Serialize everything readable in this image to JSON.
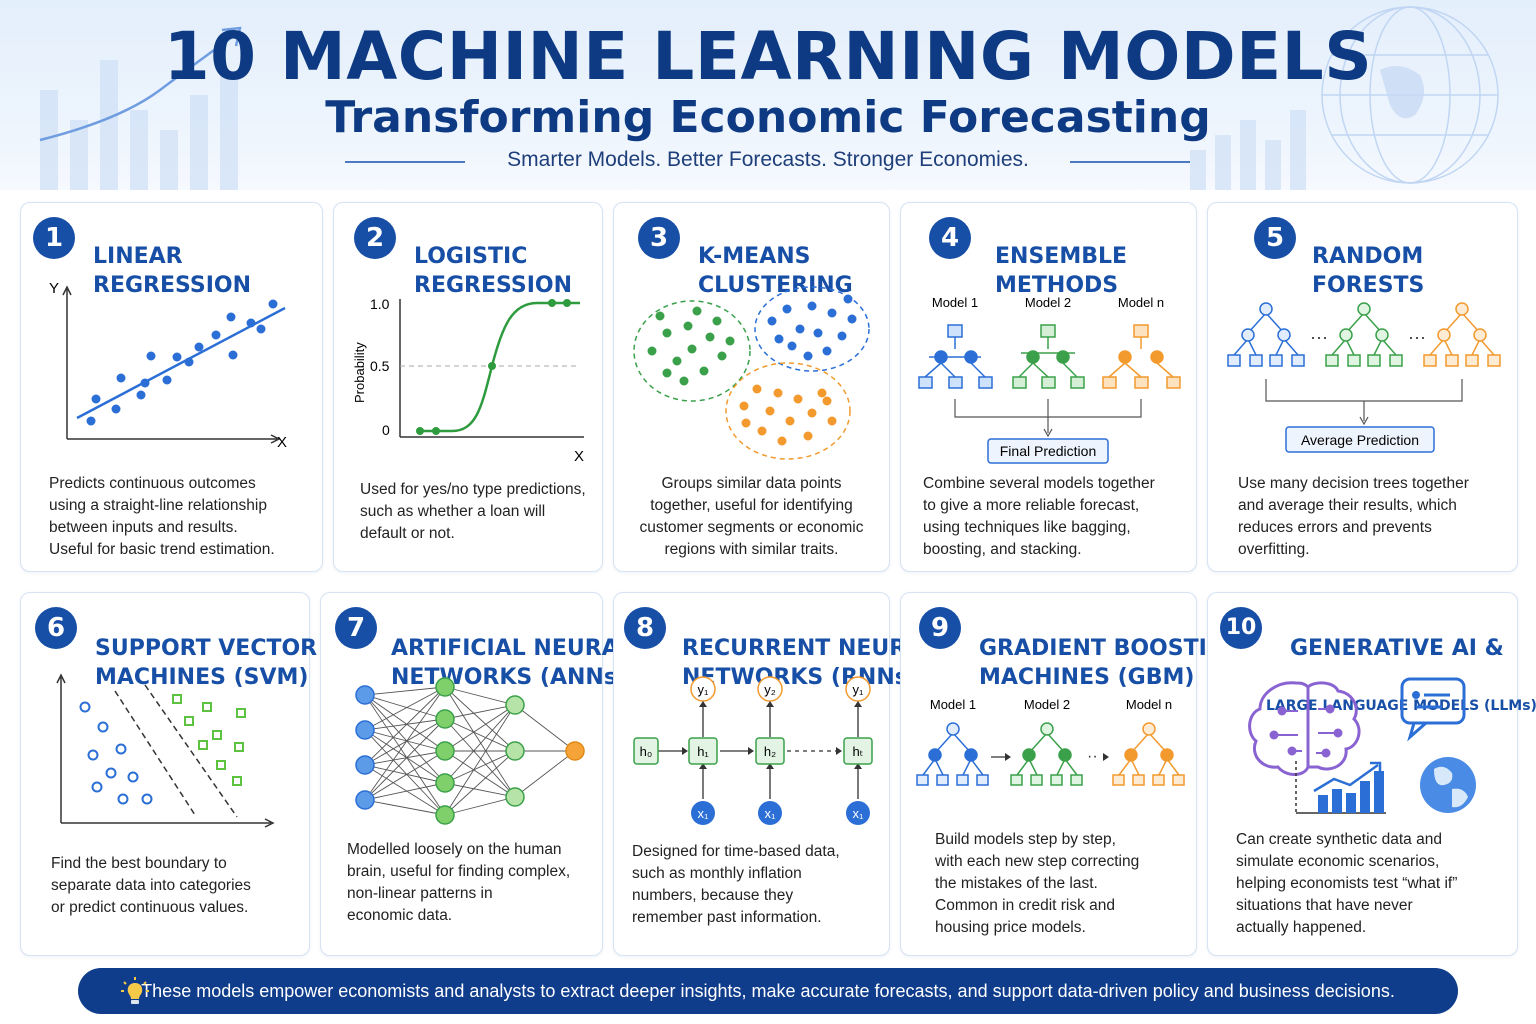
{
  "header": {
    "title": "10 MACHINE LEARNING MODELS",
    "subtitle": "Transforming Economic Forecasting",
    "tagline": "Smarter Models. Better Forecasts. Stronger Economies."
  },
  "cards": [
    {
      "number": "1",
      "title_line1": "LINEAR",
      "title_line2": "REGRESSION",
      "axis_y": "Y",
      "axis_x": "X",
      "description": "Predicts continuous outcomes\nusing a straight-line relationship\nbetween inputs and results.\nUseful for basic trend estimation."
    },
    {
      "number": "2",
      "title_line1": "LOGISTIC",
      "title_line2": "REGRESSION",
      "axis_y": "Probability",
      "axis_x": "X",
      "ticks": [
        "1.0",
        "0.5",
        "0"
      ],
      "description": "Used for yes/no type predictions,\nsuch as whether a loan will\ndefault or not."
    },
    {
      "number": "3",
      "title_line1": "K-MEANS",
      "title_line2": "CLUSTERING",
      "description": "Groups similar data points\ntogether, useful for identifying\ncustomer segments or economic\nregions with similar traits."
    },
    {
      "number": "4",
      "title_line1": "ENSEMBLE",
      "title_line2": "METHODS",
      "models": [
        "Model 1",
        "Model 2",
        "Model n"
      ],
      "result_label": "Final Prediction",
      "description": "Combine several models together\nto give a more reliable forecast,\nusing techniques like bagging,\nboosting, and stacking."
    },
    {
      "number": "5",
      "title_line1": "RANDOM",
      "title_line2": "FORESTS",
      "result_label": "Average Prediction",
      "description": "Use many decision trees together\nand average their results, which\nreduces errors and prevents\noverfitting."
    },
    {
      "number": "6",
      "title_line1": "SUPPORT VECTOR",
      "title_line2": "MACHINES (SVM)",
      "description": "Find the best boundary to\nseparate data into categories\nor predict continuous values."
    },
    {
      "number": "7",
      "title_line1": "ARTIFICIAL NEURAL",
      "title_line2": "NETWORKS (ANNs)",
      "description": "Modelled loosely on the human\nbrain, useful for finding complex,\nnon-linear patterns in\neconomic data."
    },
    {
      "number": "8",
      "title_line1": "RECURRENT NEURAL",
      "title_line2": "NETWORKS (RNNs)",
      "outputs": [
        "y₁",
        "y₂",
        "y₁"
      ],
      "hidden": [
        "h₀",
        "h₁",
        "h₂",
        "hₜ"
      ],
      "inputs": [
        "x₁",
        "x₁",
        "x₁"
      ],
      "description": "Designed for time-based data,\nsuch as monthly inflation\nnumbers, because they\nremember past information."
    },
    {
      "number": "9",
      "title_line1": "GRADIENT BOOSTING",
      "title_line2": "MACHINES (GBM)",
      "models": [
        "Model 1",
        "Model 2",
        "Model n"
      ],
      "description": "Build models step by step,\nwith each new step correcting\nthe mistakes of the last.\nCommon in credit risk and\nhousing price models."
    },
    {
      "number": "10",
      "title_line1": "GENERATIVE AI &",
      "title_line2": "LARGE LANGUAGE MODELS (LLMs)",
      "description": "Can create synthetic data and\nsimulate economic scenarios,\nhelping economists test “what if”\nsituations that have never\nactually happened."
    }
  ],
  "footer": {
    "text": "These models empower economists and analysts to extract deeper insights, make accurate forecasts, and support data-driven policy and business decisions.",
    "icon": "lightbulb-icon"
  },
  "colors": {
    "navy": "#0d3a82",
    "badge": "#174ea6",
    "blue": "#2b6fd6",
    "green": "#3aa04a",
    "orange": "#f29a2e",
    "purple": "#8a63d2"
  }
}
